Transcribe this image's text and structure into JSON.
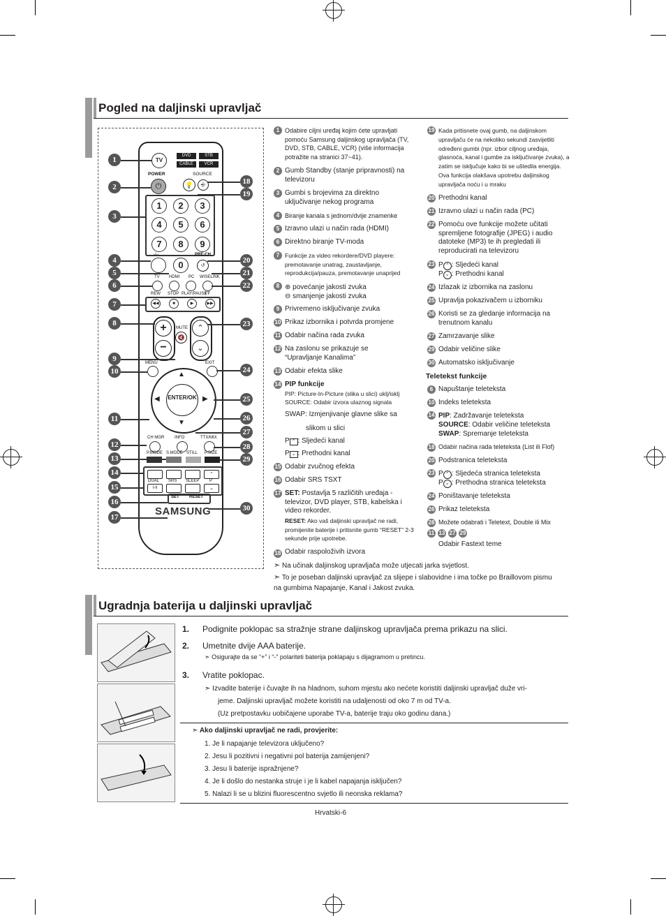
{
  "section1": {
    "title": "Pogled na daljinski upravljač"
  },
  "remote": {
    "tv_label": "TV",
    "dvd_label": "DVD",
    "stb_label": "STB",
    "cable_label": "CABLE",
    "vcr_label": "VCR",
    "power_label": "POWER",
    "source_label": "SOURCE",
    "digits": [
      "1",
      "2",
      "3",
      "4",
      "5",
      "6",
      "7",
      "8",
      "9",
      "0"
    ],
    "dash_label": "-/--",
    "prech_label": "PRE-CH",
    "tv_btn_label": "TV",
    "hdmi_label": "HDMI",
    "pc_label": "PC",
    "wiselink_label": "WISELINK",
    "rew_label": "REW",
    "stop_label": "STOP",
    "play_label": "PLAY/PAUSE",
    "ff_label": "FF",
    "mute_label": "MUTE",
    "menu_label": "MENU",
    "exit_label": "EXIT",
    "enter_label": "ENTER/OK",
    "chmgr_label": "CH MGR",
    "info_label": "INFO",
    "ttxmix_label": "TTX/MIX",
    "pmode_label": "P.MODE",
    "smode_label": "S.MODE",
    "still_label": "STILL",
    "psize_label": "P.SIZE",
    "dual_label": "DUAL",
    "dual_sub": "I-II",
    "srs_label": "SRS",
    "sleep_label": "SLEEP",
    "p_label": "P",
    "set_label": "SET",
    "reset_label": "RESET",
    "brand": "SAMSUNG",
    "callouts_left": [
      "1",
      "2",
      "3",
      "4",
      "5",
      "6",
      "7",
      "8",
      "9",
      "10",
      "11",
      "12",
      "13",
      "14",
      "15",
      "16",
      "17"
    ],
    "callouts_right": [
      "18",
      "19",
      "20",
      "21",
      "22",
      "23",
      "24",
      "25",
      "26",
      "27",
      "28",
      "29",
      "30"
    ]
  },
  "col1": [
    {
      "n": "1",
      "text": "Odabire ciljni uređaj kojim ćete upravljati pomoću Samsung daljinskog upravljača (TV, DVD, STB, CABLE, VCR) (više informacija potražite na stranici 37~41)."
    },
    {
      "n": "2",
      "text": "Gumb Standby (stanje pripravnosti) na televizoru"
    },
    {
      "n": "3",
      "text": "Gumbi s brojevima za direktno uključivanje nekog programa"
    },
    {
      "n": "4",
      "text": "Biranje kanala s jednom/dvije znamenke"
    },
    {
      "n": "5",
      "text": "Izravno ulazi u način rada (HDMI)"
    },
    {
      "n": "6",
      "text": "Direktno biranje TV-moda"
    },
    {
      "n": "7",
      "text": "Funkcije za video rekordere/DVD playere: premotavanje unatrag, zaustavljanje, reprodukcija/pauza, premotavanje unaprijed"
    },
    {
      "n": "8",
      "line1": "povećanje jakosti zvuka",
      "line2": "smanjenje jakosti zvuka"
    },
    {
      "n": "9",
      "text": "Privremeno isključivanje zvuka"
    },
    {
      "n": "10",
      "text": "Prikaz izbornika i potvrda promjene"
    },
    {
      "n": "11",
      "text": "Odabir načina rada zvuka"
    },
    {
      "n": "12",
      "text": "Na zaslonu se prikazuje se “Upravljanje Kanalima”"
    },
    {
      "n": "13",
      "text": "Odabir efekta slike"
    },
    {
      "n": "14",
      "title": "PIP funkcije",
      "pip": "PIP: Picture-In-Picture (slika u slici) uklj/isklj",
      "source": "SOURCE: Odabir izvora ulaznog signala",
      "swap": "SWAP: Izmjenjivanje glavne slike sa",
      "swap2": "slikom u slici",
      "up": ": Sljedeći kanal",
      "down": ": Prethodni kanal"
    },
    {
      "n": "15",
      "text": "Odabir zvučnog efekta"
    },
    {
      "n": "16",
      "text": "Odabir SRS TSXT"
    },
    {
      "n": "17",
      "set_label": "SET:",
      "set_text": "Postavlja 5 različitih uređaja - televizor, DVD player, STB, kabelska i video rekorder.",
      "reset_label": "RESET:",
      "reset_text": "Ako vaš daljinski upravljač ne radi, promijenite baterije i pritisnite gumb “RESET” 2-3 sekunde prije upotrebe."
    },
    {
      "n": "18",
      "text": "Odabir raspoloživih izvora"
    }
  ],
  "col2": [
    {
      "n": "19",
      "text": "Kada pritisnete ovaj gumb, na daljinskom upravljaču će na nekoliko sekundi zasvijetliti određeni gumbi (npr. izbor ciljnog uređaja, glasnoća, kanal i gumbe za isključivanje zvuka), a zatim se isključuje kako bi se uštedila energija. Ova funkcija olakšava upotrebu daljinskog upravljača noću i u mraku"
    },
    {
      "n": "20",
      "text": "Prethodni kanal"
    },
    {
      "n": "21",
      "text": "Izravno ulazi u način rada (PC)"
    },
    {
      "n": "22",
      "text": "Pomoću ove funkcije možete učitati spremljene fotografije (JPEG) i audio datoteke (MP3) te ih pregledati ili reproducirati na televizoru"
    },
    {
      "n": "23",
      "up": ": Sljedeći kanal",
      "down": ": Prethodni kanal",
      "p": "P"
    },
    {
      "n": "24",
      "text": "Izlazak iz izbornika na zaslonu"
    },
    {
      "n": "25",
      "text": "Upravlja pokazivačem u izborniku"
    },
    {
      "n": "26",
      "text": "Koristi se za gledanje informacija na trenutnom kanalu"
    },
    {
      "n": "27",
      "text": "Zamrzavanje slike"
    },
    {
      "n": "29",
      "text": "Odabir veličine slike"
    },
    {
      "n": "30",
      "text": "Automatsko isključivanje"
    }
  ],
  "teletext": {
    "title": "Teletekst funkcije",
    "items": [
      {
        "n": "6",
        "text": "Napuštanje teleteksta"
      },
      {
        "n": "10",
        "text": "Indeks teleteksta"
      },
      {
        "n": "14",
        "pip_label": "PIP",
        "pip_text": ": Zadržavanje teleteksta",
        "source_label": "SOURCE",
        "source_text": ": Odabir veličine teleteksta",
        "swap_label": "SWAP",
        "swap_text": ": Spremanje teleteksta"
      },
      {
        "n": "18",
        "text": "Odabir načina rada teleteksta (List ili Flof)"
      },
      {
        "n": "20",
        "text": "Podstranica teleteksta"
      },
      {
        "n": "23",
        "p": "P",
        "up": ": Sljedeća stranica teleteksta",
        "down": ": Prethodna stranica teleteksta"
      },
      {
        "n": "24",
        "text": "Poništavanje teleteksta"
      },
      {
        "n": "26",
        "text": "Prikaz teleteksta"
      },
      {
        "n": "28",
        "text": "Možete odabrati i Teletext, Double ili Mix"
      },
      {
        "nums": [
          "11",
          "13",
          "27",
          "29"
        ],
        "text": "Odabir Fastext teme"
      }
    ]
  },
  "notes1": [
    "Na učinak daljinskog upravljača može utjecati jarka svjetlost.",
    "To je poseban daljinski upravljač za slijepe i slabovidne i ima točke po Braillovom pismu na gumbima Napajanje, Kanal i Jakost zvuka."
  ],
  "section2": {
    "title": "Ugradnja baterija u daljinski upravljač",
    "steps": [
      {
        "n": "1.",
        "text": "Podignite poklopac sa stražnje strane daljinskog upravljača prema prikazu na slici."
      },
      {
        "n": "2.",
        "text": "Umetnite dvije AAA baterije.",
        "note": "Osigurajte da se “+” i “-” polariteti baterija poklapaju s dijagramom u pretincu."
      },
      {
        "n": "3.",
        "text": "Vratite poklopac.",
        "note": "Izvadite baterije i čuvajte ih na hladnom, suhom mjestu ako nećete koristiti daljinski upravljač duže vri-",
        "note2": "jeme. Daljinski upravljač možete koristiti na udaljenosti od oko 7 m od TV-a.",
        "note3": "(Uz pretpostavku uobičajene uporabe TV-a, baterije traju oko godinu dana.)"
      }
    ],
    "check_title": "Ako daljinski upravljač ne radi, provjerite:",
    "checks": [
      "1. Je li napajanje televizora uključeno?",
      "2. Jesu li pozitivni i negativni pol baterija zamijenjeni?",
      "3. Jesu li baterije ispražnjene?",
      "4. Je li došlo do nestanka struje i je li kabel napajanja isključen?",
      "5. Nalazi li se u blizini fluorescentno svjetlo ili neonska reklama?"
    ]
  },
  "footer": {
    "page": "Hrvatski-6"
  }
}
